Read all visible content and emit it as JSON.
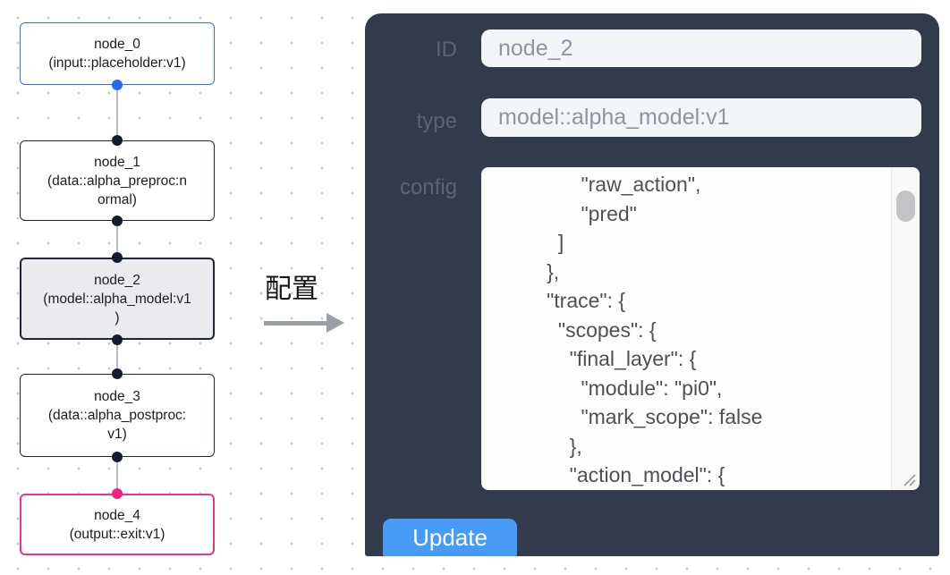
{
  "canvas": {
    "nodes": [
      {
        "id": "node_0",
        "title": "node_0",
        "subtitle": "(input::placeholder:v1)",
        "role": "input"
      },
      {
        "id": "node_1",
        "title": "node_1",
        "subtitle": "(data::alpha_preproc:n\normal)",
        "role": "processor"
      },
      {
        "id": "node_2",
        "title": "node_2",
        "subtitle": "(model::alpha_model:v1\n)",
        "role": "model",
        "selected": true
      },
      {
        "id": "node_3",
        "title": "node_3",
        "subtitle": "(data::alpha_postproc:\nv1)",
        "role": "processor"
      },
      {
        "id": "node_4",
        "title": "node_4",
        "subtitle": "(output::exit:v1)",
        "role": "output"
      }
    ]
  },
  "transition": {
    "label": "配置"
  },
  "panel": {
    "id_label": "ID",
    "id_value": "node_2",
    "type_label": "type",
    "type_value": "model::alpha_model:v1",
    "config_label": "config",
    "config_text": "              \"raw_action\",\n              \"pred\"\n          ]\n        },\n        \"trace\": {\n          \"scopes\": {\n            \"final_layer\": {\n              \"module\": \"pi0\",\n              \"mark_scope\": false\n            },\n            \"action_model\": {",
    "update_label": "Update"
  },
  "colors": {
    "panel_bg": "#313b4b",
    "button_blue": "#479bf5",
    "node_default_border": "#1d2636",
    "node_input_border": "#3e6ed0",
    "node_output_border": "#ee3488",
    "node_selected_bg": "#ebebee",
    "port_dark": "#131b2d",
    "port_blue": "#2968e8",
    "port_pink": "#f2247f",
    "connector_gray": "#b8bcc3"
  }
}
